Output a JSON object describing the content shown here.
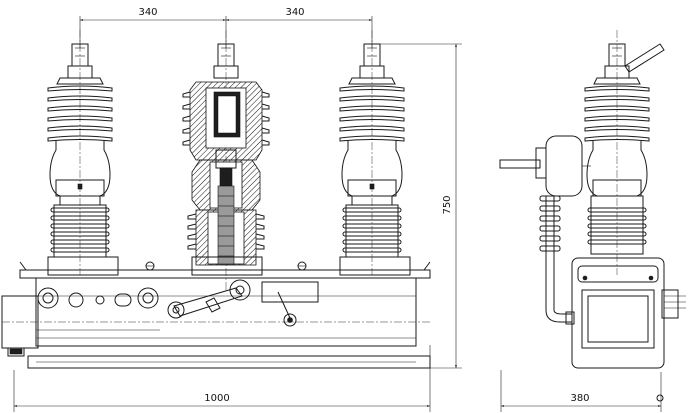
{
  "dimensions": {
    "top_left": "340",
    "top_right": "340",
    "height": "750",
    "width_front": "1000",
    "width_side": "380"
  }
}
